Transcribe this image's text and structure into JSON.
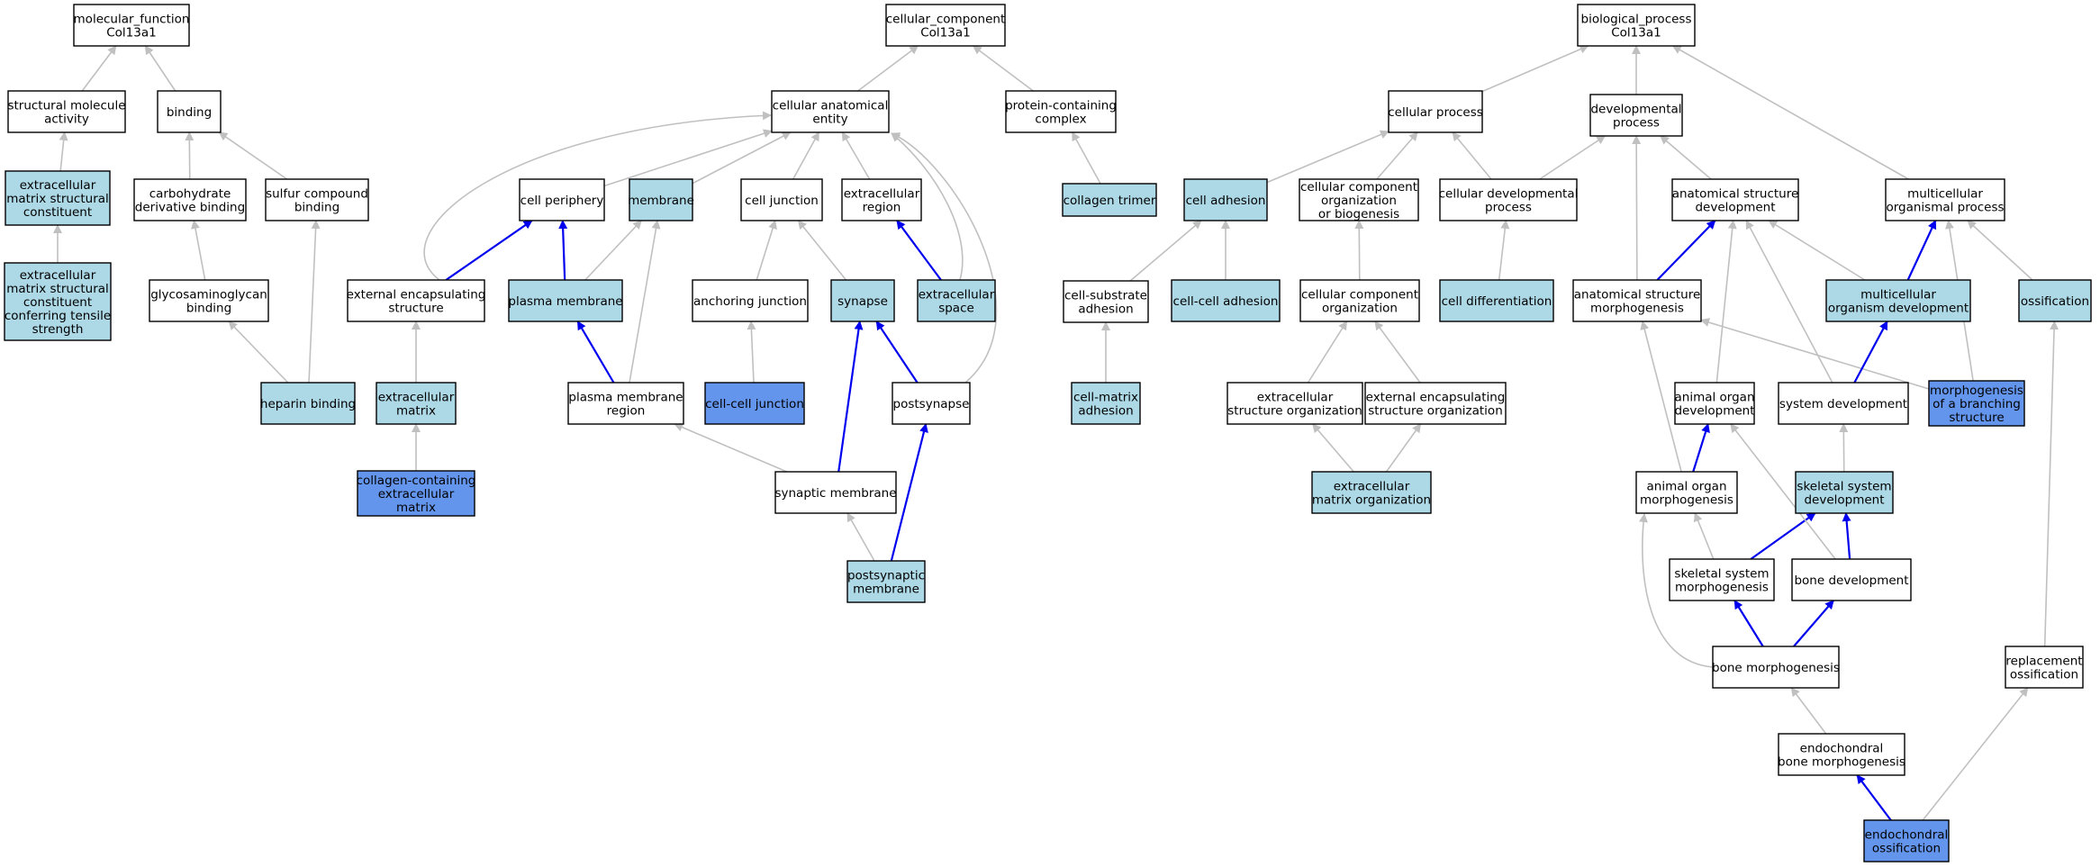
{
  "colors": {
    "plain": "#ffffff",
    "light": "#add8e6",
    "dark": "#6495ed",
    "edge_gray": "#c0c0c0",
    "edge_blue": "#0000ee"
  },
  "nodes": [
    {
      "id": "mf",
      "lines": [
        "molecular_function",
        "Col13a1"
      ],
      "fill": "plain"
    },
    {
      "id": "sma",
      "lines": [
        "structural molecule",
        "activity"
      ],
      "fill": "plain"
    },
    {
      "id": "binding",
      "lines": [
        "binding"
      ],
      "fill": "plain"
    },
    {
      "id": "ecmsc",
      "lines": [
        "extracellular",
        "matrix structural",
        "constituent"
      ],
      "fill": "light"
    },
    {
      "id": "ecmsc2",
      "lines": [
        "extracellular",
        "matrix structural",
        "constituent",
        "conferring tensile",
        "strength"
      ],
      "fill": "light"
    },
    {
      "id": "cdb",
      "lines": [
        "carbohydrate",
        "derivative binding"
      ],
      "fill": "plain"
    },
    {
      "id": "scb",
      "lines": [
        "sulfur compound",
        "binding"
      ],
      "fill": "plain"
    },
    {
      "id": "gagb",
      "lines": [
        "glycosaminoglycan",
        "binding"
      ],
      "fill": "plain"
    },
    {
      "id": "hep",
      "lines": [
        "heparin binding"
      ],
      "fill": "light"
    },
    {
      "id": "cc",
      "lines": [
        "cellular_component",
        "Col13a1"
      ],
      "fill": "plain"
    },
    {
      "id": "cae",
      "lines": [
        "cellular anatomical",
        "entity"
      ],
      "fill": "plain"
    },
    {
      "id": "pcc",
      "lines": [
        "protein-containing",
        "complex"
      ],
      "fill": "plain"
    },
    {
      "id": "coltri",
      "lines": [
        "collagen trimer"
      ],
      "fill": "light"
    },
    {
      "id": "cper",
      "lines": [
        "cell periphery"
      ],
      "fill": "plain"
    },
    {
      "id": "memb",
      "lines": [
        "membrane"
      ],
      "fill": "light"
    },
    {
      "id": "cjunc",
      "lines": [
        "cell junction"
      ],
      "fill": "plain"
    },
    {
      "id": "ecreg",
      "lines": [
        "extracellular",
        "region"
      ],
      "fill": "plain"
    },
    {
      "id": "ees",
      "lines": [
        "external encapsulating",
        "structure"
      ],
      "fill": "plain"
    },
    {
      "id": "pmem",
      "lines": [
        "plasma membrane"
      ],
      "fill": "light"
    },
    {
      "id": "anch",
      "lines": [
        "anchoring junction"
      ],
      "fill": "plain"
    },
    {
      "id": "syn",
      "lines": [
        "synapse"
      ],
      "fill": "light"
    },
    {
      "id": "ecsp",
      "lines": [
        "extracellular",
        "space"
      ],
      "fill": "light"
    },
    {
      "id": "ecm",
      "lines": [
        "extracellular",
        "matrix"
      ],
      "fill": "light"
    },
    {
      "id": "pmr",
      "lines": [
        "plasma membrane",
        "region"
      ],
      "fill": "plain"
    },
    {
      "id": "ccj",
      "lines": [
        "cell-cell junction"
      ],
      "fill": "dark"
    },
    {
      "id": "postsyn",
      "lines": [
        "postsynapse"
      ],
      "fill": "plain"
    },
    {
      "id": "colecm",
      "lines": [
        "collagen-containing",
        "extracellular",
        "matrix"
      ],
      "fill": "dark"
    },
    {
      "id": "synmem",
      "lines": [
        "synaptic membrane"
      ],
      "fill": "plain"
    },
    {
      "id": "psmem",
      "lines": [
        "postsynaptic",
        "membrane"
      ],
      "fill": "light"
    },
    {
      "id": "bp",
      "lines": [
        "biological_process",
        "Col13a1"
      ],
      "fill": "plain"
    },
    {
      "id": "cproc",
      "lines": [
        "cellular process"
      ],
      "fill": "plain"
    },
    {
      "id": "devp",
      "lines": [
        "developmental",
        "process"
      ],
      "fill": "plain"
    },
    {
      "id": "cadh",
      "lines": [
        "cell adhesion"
      ],
      "fill": "light"
    },
    {
      "id": "ccob",
      "lines": [
        "cellular component",
        "organization",
        "or biogenesis"
      ],
      "fill": "plain"
    },
    {
      "id": "cdp",
      "lines": [
        "cellular developmental",
        "process"
      ],
      "fill": "plain"
    },
    {
      "id": "asd",
      "lines": [
        "anatomical structure",
        "development"
      ],
      "fill": "plain"
    },
    {
      "id": "mop",
      "lines": [
        "multicellular",
        "organismal process"
      ],
      "fill": "plain"
    },
    {
      "id": "csa",
      "lines": [
        "cell-substrate",
        "adhesion"
      ],
      "fill": "plain"
    },
    {
      "id": "cca",
      "lines": [
        "cell-cell adhesion"
      ],
      "fill": "light"
    },
    {
      "id": "cco",
      "lines": [
        "cellular component",
        "organization"
      ],
      "fill": "plain"
    },
    {
      "id": "cdiff",
      "lines": [
        "cell differentiation"
      ],
      "fill": "light"
    },
    {
      "id": "asm",
      "lines": [
        "anatomical structure",
        "morphogenesis"
      ],
      "fill": "plain"
    },
    {
      "id": "mod",
      "lines": [
        "multicellular",
        "organism development"
      ],
      "fill": "light"
    },
    {
      "id": "ossif",
      "lines": [
        "ossification"
      ],
      "fill": "light"
    },
    {
      "id": "cma",
      "lines": [
        "cell-matrix",
        "adhesion"
      ],
      "fill": "light"
    },
    {
      "id": "eso",
      "lines": [
        "extracellular",
        "structure organization"
      ],
      "fill": "plain"
    },
    {
      "id": "eeso",
      "lines": [
        "external encapsulating",
        "structure organization"
      ],
      "fill": "plain"
    },
    {
      "id": "aod",
      "lines": [
        "animal organ",
        "development"
      ],
      "fill": "plain"
    },
    {
      "id": "sysdev",
      "lines": [
        "system development"
      ],
      "fill": "plain"
    },
    {
      "id": "mbs",
      "lines": [
        "morphogenesis",
        "of a branching",
        "structure"
      ],
      "fill": "dark"
    },
    {
      "id": "ecmo",
      "lines": [
        "extracellular",
        "matrix organization"
      ],
      "fill": "light"
    },
    {
      "id": "aom",
      "lines": [
        "animal organ",
        "morphogenesis"
      ],
      "fill": "plain"
    },
    {
      "id": "ssd",
      "lines": [
        "skeletal system",
        "development"
      ],
      "fill": "light"
    },
    {
      "id": "ssm",
      "lines": [
        "skeletal system",
        "morphogenesis"
      ],
      "fill": "plain"
    },
    {
      "id": "bdev",
      "lines": [
        "bone development"
      ],
      "fill": "plain"
    },
    {
      "id": "bmorph",
      "lines": [
        "bone morphogenesis"
      ],
      "fill": "plain"
    },
    {
      "id": "repl",
      "lines": [
        "replacement",
        "ossification"
      ],
      "fill": "plain"
    },
    {
      "id": "endbm",
      "lines": [
        "endochondral",
        "bone morphogenesis"
      ],
      "fill": "plain"
    },
    {
      "id": "endoss",
      "lines": [
        "endochondral",
        "ossification"
      ],
      "fill": "dark"
    }
  ],
  "edges": [
    {
      "from": "sma",
      "to": "mf",
      "color": "gray"
    },
    {
      "from": "binding",
      "to": "mf",
      "color": "gray"
    },
    {
      "from": "ecmsc",
      "to": "sma",
      "color": "gray"
    },
    {
      "from": "ecmsc2",
      "to": "ecmsc",
      "color": "gray"
    },
    {
      "from": "cdb",
      "to": "binding",
      "color": "gray"
    },
    {
      "from": "scb",
      "to": "binding",
      "color": "gray"
    },
    {
      "from": "gagb",
      "to": "cdb",
      "color": "gray"
    },
    {
      "from": "hep",
      "to": "gagb",
      "color": "gray"
    },
    {
      "from": "hep",
      "to": "scb",
      "color": "gray"
    },
    {
      "from": "cae",
      "to": "cc",
      "color": "gray"
    },
    {
      "from": "pcc",
      "to": "cc",
      "color": "gray"
    },
    {
      "from": "coltri",
      "to": "pcc",
      "color": "gray"
    },
    {
      "from": "cper",
      "to": "cae",
      "color": "gray"
    },
    {
      "from": "memb",
      "to": "cae",
      "color": "gray"
    },
    {
      "from": "cjunc",
      "to": "cae",
      "color": "gray"
    },
    {
      "from": "ecreg",
      "to": "cae",
      "color": "gray"
    },
    {
      "from": "ees",
      "to": "cae",
      "color": "gray",
      "curve": "ees_cae"
    },
    {
      "from": "ees",
      "to": "cper",
      "color": "blue"
    },
    {
      "from": "pmem",
      "to": "cper",
      "color": "blue"
    },
    {
      "from": "pmem",
      "to": "memb",
      "color": "gray"
    },
    {
      "from": "pmr",
      "to": "memb",
      "color": "gray"
    },
    {
      "from": "anch",
      "to": "cjunc",
      "color": "gray"
    },
    {
      "from": "ccj",
      "to": "anch",
      "color": "gray"
    },
    {
      "from": "syn",
      "to": "cjunc",
      "color": "gray"
    },
    {
      "from": "ecsp",
      "to": "ecreg",
      "color": "blue"
    },
    {
      "from": "ecsp",
      "to": "cae",
      "color": "gray",
      "curve": "ecsp_cae"
    },
    {
      "from": "ecm",
      "to": "ees",
      "color": "gray"
    },
    {
      "from": "colecm",
      "to": "ecm",
      "color": "gray"
    },
    {
      "from": "pmr",
      "to": "pmem",
      "color": "blue"
    },
    {
      "from": "postsyn",
      "to": "syn",
      "color": "blue"
    },
    {
      "from": "postsyn",
      "to": "cae",
      "color": "gray",
      "curve": "postsyn_cae"
    },
    {
      "from": "synmem",
      "to": "syn",
      "color": "blue"
    },
    {
      "from": "synmem",
      "to": "pmr",
      "color": "gray"
    },
    {
      "from": "psmem",
      "to": "synmem",
      "color": "gray"
    },
    {
      "from": "psmem",
      "to": "postsyn",
      "color": "blue"
    },
    {
      "from": "cproc",
      "to": "bp",
      "color": "gray"
    },
    {
      "from": "devp",
      "to": "bp",
      "color": "gray"
    },
    {
      "from": "mop",
      "to": "bp",
      "color": "gray"
    },
    {
      "from": "cadh",
      "to": "cproc",
      "color": "gray"
    },
    {
      "from": "ccob",
      "to": "cproc",
      "color": "gray"
    },
    {
      "from": "cdp",
      "to": "cproc",
      "color": "gray"
    },
    {
      "from": "cdp",
      "to": "devp",
      "color": "gray"
    },
    {
      "from": "asd",
      "to": "devp",
      "color": "gray"
    },
    {
      "from": "asm",
      "to": "devp",
      "color": "gray"
    },
    {
      "from": "csa",
      "to": "cadh",
      "color": "gray"
    },
    {
      "from": "cca",
      "to": "cadh",
      "color": "gray"
    },
    {
      "from": "cma",
      "to": "csa",
      "color": "gray"
    },
    {
      "from": "cco",
      "to": "ccob",
      "color": "gray"
    },
    {
      "from": "eso",
      "to": "cco",
      "color": "gray"
    },
    {
      "from": "eeso",
      "to": "cco",
      "color": "gray"
    },
    {
      "from": "ecmo",
      "to": "eso",
      "color": "gray"
    },
    {
      "from": "ecmo",
      "to": "eeso",
      "color": "gray"
    },
    {
      "from": "cdiff",
      "to": "cdp",
      "color": "gray"
    },
    {
      "from": "asm",
      "to": "asd",
      "color": "blue"
    },
    {
      "from": "mod",
      "to": "asd",
      "color": "gray"
    },
    {
      "from": "mod",
      "to": "mop",
      "color": "blue"
    },
    {
      "from": "ossif",
      "to": "mop",
      "color": "gray"
    },
    {
      "from": "mbs",
      "to": "mop",
      "color": "gray"
    },
    {
      "from": "mbs",
      "to": "asm",
      "color": "gray"
    },
    {
      "from": "sysdev",
      "to": "asd",
      "color": "gray"
    },
    {
      "from": "sysdev",
      "to": "mod",
      "color": "blue"
    },
    {
      "from": "aod",
      "to": "asd",
      "color": "gray"
    },
    {
      "from": "aom",
      "to": "asm",
      "color": "gray"
    },
    {
      "from": "aom",
      "to": "aod",
      "color": "blue"
    },
    {
      "from": "ssd",
      "to": "sysdev",
      "color": "gray"
    },
    {
      "from": "ssm",
      "to": "ssd",
      "color": "blue"
    },
    {
      "from": "ssm",
      "to": "aom",
      "color": "gray"
    },
    {
      "from": "bdev",
      "to": "ssd",
      "color": "blue"
    },
    {
      "from": "bdev",
      "to": "aod",
      "color": "gray"
    },
    {
      "from": "bmorph",
      "to": "ssm",
      "color": "blue"
    },
    {
      "from": "bmorph",
      "to": "bdev",
      "color": "blue"
    },
    {
      "from": "bmorph",
      "to": "aom",
      "color": "gray",
      "curve": "bmorph_aom"
    },
    {
      "from": "endbm",
      "to": "bmorph",
      "color": "gray"
    },
    {
      "from": "endoss",
      "to": "endbm",
      "color": "blue"
    },
    {
      "from": "endoss",
      "to": "repl",
      "color": "gray"
    },
    {
      "from": "repl",
      "to": "ossif",
      "color": "gray"
    }
  ]
}
